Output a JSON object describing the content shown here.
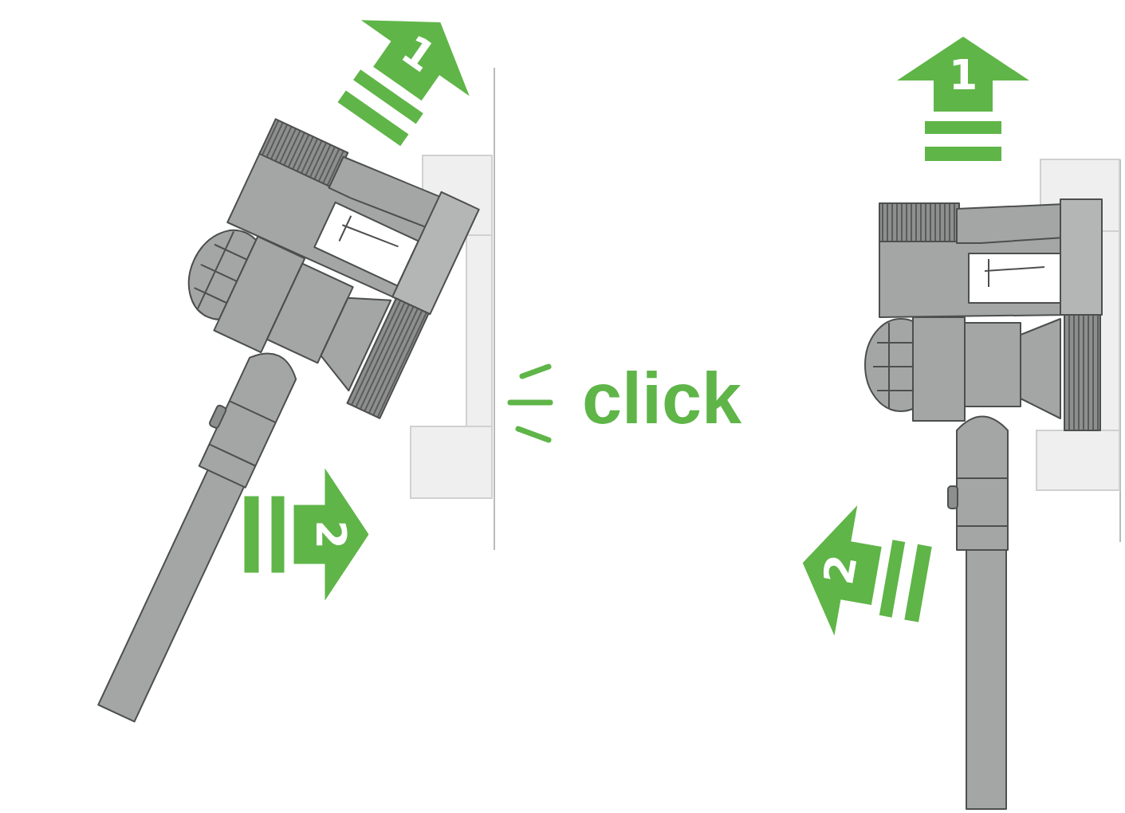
{
  "diagram": {
    "nodes": [
      {
        "text": [
          "1"
        ]
      },
      {
        "text": [
          "2"
        ]
      },
      {
        "text": [
          "1"
        ]
      },
      {
        "text": [
          "2"
        ]
      }
    ],
    "labels": [
      "click"
    ]
  }
}
